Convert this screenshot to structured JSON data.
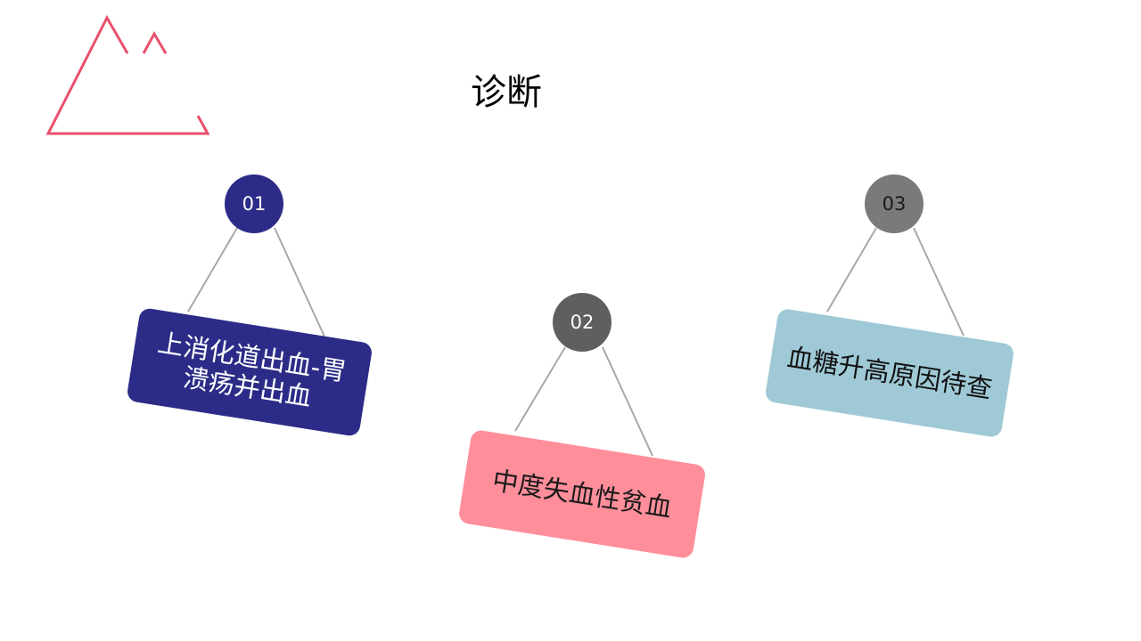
{
  "title": "诊断",
  "colors": {
    "deco": "#e8506c",
    "string": "#a8a8a8",
    "card1": "#2c2c88",
    "card2": "#ff8e9b",
    "card3": "#9fc9d6",
    "badge1": "#2c2c88",
    "badge2": "#5f5f5f",
    "badge3": "#7a7a7a"
  },
  "cards": [
    {
      "number": "01",
      "label": "上消化道出血-胃溃疡并出血"
    },
    {
      "number": "02",
      "label": "中度失血性贫血"
    },
    {
      "number": "03",
      "label": "血糖升高原因待查"
    }
  ]
}
